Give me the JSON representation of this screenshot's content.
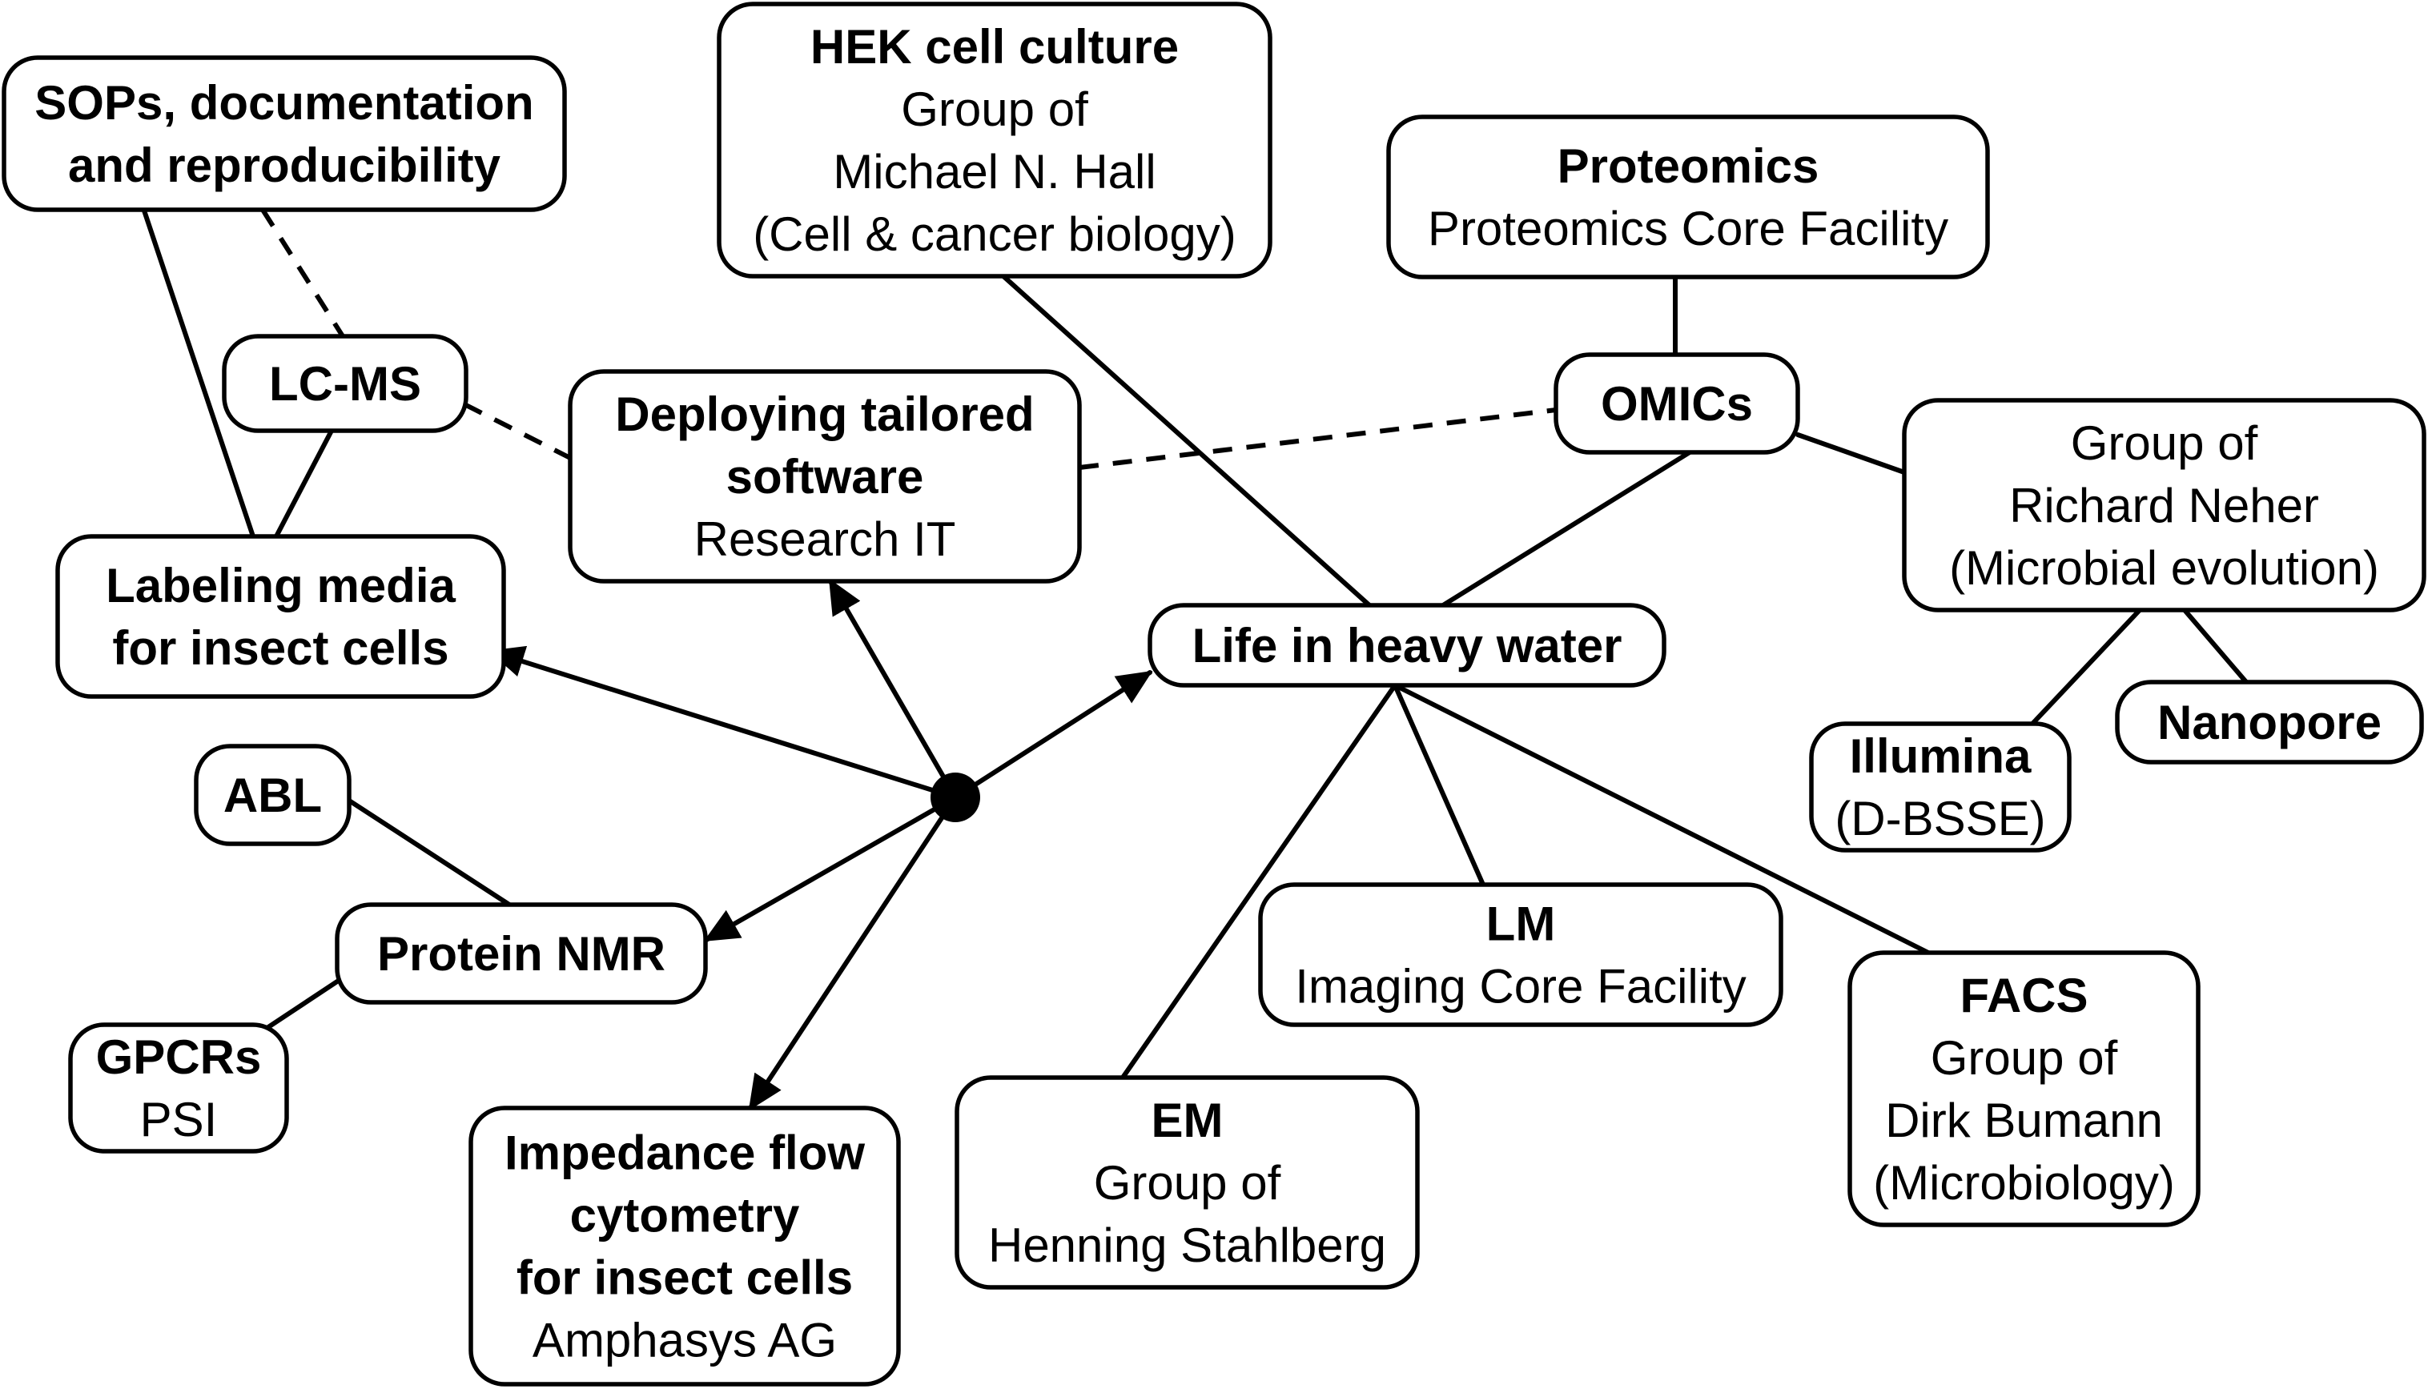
{
  "nodes": {
    "sops": {
      "title": [
        "SOPs, documentation",
        "and reproducibility"
      ],
      "lines": []
    },
    "hek": {
      "title": [
        "HEK cell culture"
      ],
      "lines": [
        "Group of",
        "Michael N. Hall",
        "(Cell & cancer biology)"
      ]
    },
    "proteomics": {
      "title": [
        "Proteomics"
      ],
      "lines": [
        "Proteomics Core Facility"
      ]
    },
    "lcms": {
      "title": [
        "LC-MS"
      ],
      "lines": []
    },
    "software": {
      "title": [
        "Deploying tailored",
        "software"
      ],
      "lines": [
        "Research IT"
      ]
    },
    "omics": {
      "title": [
        "OMICs"
      ],
      "lines": []
    },
    "neher": {
      "title": [],
      "lines": [
        "Group of",
        "Richard Neher",
        "(Microbial evolution)"
      ]
    },
    "labeling": {
      "title": [
        "Labeling media",
        "for insect cells"
      ],
      "lines": []
    },
    "heavy_water": {
      "title": [
        "Life in heavy water"
      ],
      "lines": []
    },
    "nanopore": {
      "title": [
        "Nanopore"
      ],
      "lines": []
    },
    "illumina": {
      "title": [
        "Illumina"
      ],
      "lines": [
        "(D-BSSE)"
      ]
    },
    "abl": {
      "title": [
        "ABL"
      ],
      "lines": []
    },
    "nmr": {
      "title": [
        "Protein NMR"
      ],
      "lines": []
    },
    "lm": {
      "title": [
        "LM"
      ],
      "lines": [
        "Imaging Core Facility"
      ]
    },
    "facs": {
      "title": [
        "FACS"
      ],
      "lines": [
        "Group of",
        "Dirk Bumann",
        "(Microbiology)"
      ]
    },
    "gpcrs": {
      "title": [
        "GPCRs"
      ],
      "lines": [
        "PSI"
      ]
    },
    "impedance": {
      "title": [
        "Impedance flow",
        "cytometry",
        "for insect cells"
      ],
      "lines": [
        "Amphasys AG"
      ]
    },
    "em": {
      "title": [
        "EM"
      ],
      "lines": [
        "Group of",
        "Henning Stahlberg"
      ]
    }
  },
  "edges": [
    {
      "from": "sops",
      "to": "labeling",
      "style": "solid"
    },
    {
      "from": "sops",
      "to": "lcms",
      "style": "dashed"
    },
    {
      "from": "lcms",
      "to": "labeling",
      "style": "solid"
    },
    {
      "from": "lcms",
      "to": "software",
      "style": "dashed"
    },
    {
      "from": "software",
      "to": "omics",
      "style": "dashed"
    },
    {
      "from": "hek",
      "to": "heavy_water",
      "style": "solid"
    },
    {
      "from": "proteomics",
      "to": "omics",
      "style": "solid"
    },
    {
      "from": "omics",
      "to": "heavy_water",
      "style": "solid"
    },
    {
      "from": "omics",
      "to": "neher",
      "style": "solid"
    },
    {
      "from": "neher",
      "to": "illumina",
      "style": "solid"
    },
    {
      "from": "neher",
      "to": "nanopore",
      "style": "solid"
    },
    {
      "from": "heavy_water",
      "to": "em",
      "style": "solid"
    },
    {
      "from": "heavy_water",
      "to": "lm",
      "style": "solid"
    },
    {
      "from": "heavy_water",
      "to": "facs",
      "style": "solid"
    },
    {
      "from": "abl",
      "to": "nmr",
      "style": "solid"
    },
    {
      "from": "nmr",
      "to": "gpcrs",
      "style": "solid"
    },
    {
      "from": "hub",
      "to": "labeling",
      "style": "arrow"
    },
    {
      "from": "hub",
      "to": "software",
      "style": "arrow"
    },
    {
      "from": "hub",
      "to": "heavy_water",
      "style": "arrow"
    },
    {
      "from": "hub",
      "to": "nmr",
      "style": "arrow"
    },
    {
      "from": "hub",
      "to": "impedance",
      "style": "arrow"
    }
  ]
}
